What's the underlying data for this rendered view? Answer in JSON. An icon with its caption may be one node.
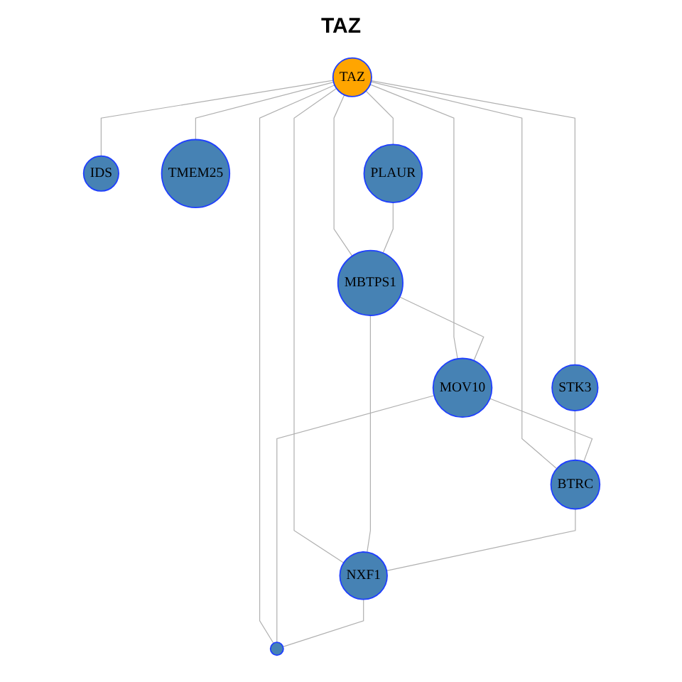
{
  "diagram": {
    "title": "TAZ",
    "nodes": [
      {
        "text": [
          "IDS"
        ]
      },
      {
        "text": [
          "TMEM25"
        ]
      },
      {
        "text": [
          "STK3"
        ]
      },
      {
        "text": [
          "TAZ"
        ]
      },
      {
        "text": [
          "PLAUR"
        ]
      },
      {
        "text": [
          "BTRC"
        ]
      },
      {
        "text": [
          "MBTPS1"
        ]
      },
      {
        "text": [
          "MOV10"
        ]
      },
      {
        "text": [
          "NXF1"
        ]
      },
      {
        "text": [],
        "shape": "circle"
      }
    ],
    "edges": [
      {
        "from": 3,
        "to": 0,
        "arrow": "none"
      },
      {
        "from": 3,
        "to": 1,
        "arrow": "none"
      },
      {
        "from": 3,
        "to": 2,
        "arrow": "none"
      },
      {
        "from": 3,
        "to": 4,
        "arrow": "none"
      },
      {
        "from": 3,
        "to": 5,
        "arrow": "none"
      },
      {
        "from": 3,
        "to": 6,
        "arrow": "none"
      },
      {
        "from": 3,
        "to": 7,
        "arrow": "none"
      },
      {
        "from": 3,
        "to": 8,
        "arrow": "none"
      },
      {
        "from": 3,
        "to": 9,
        "arrow": "none"
      },
      {
        "from": 2,
        "to": 5,
        "arrow": "none"
      },
      {
        "from": 4,
        "to": 6,
        "arrow": "none"
      },
      {
        "from": 6,
        "to": 7,
        "arrow": "none"
      },
      {
        "from": 6,
        "to": 8,
        "arrow": "none"
      },
      {
        "from": 7,
        "to": 5,
        "arrow": "none"
      },
      {
        "from": 5,
        "to": 8,
        "arrow": "none"
      },
      {
        "from": 7,
        "to": 9,
        "arrow": "none"
      },
      {
        "from": 8,
        "to": 9,
        "arrow": "none"
      }
    ]
  }
}
